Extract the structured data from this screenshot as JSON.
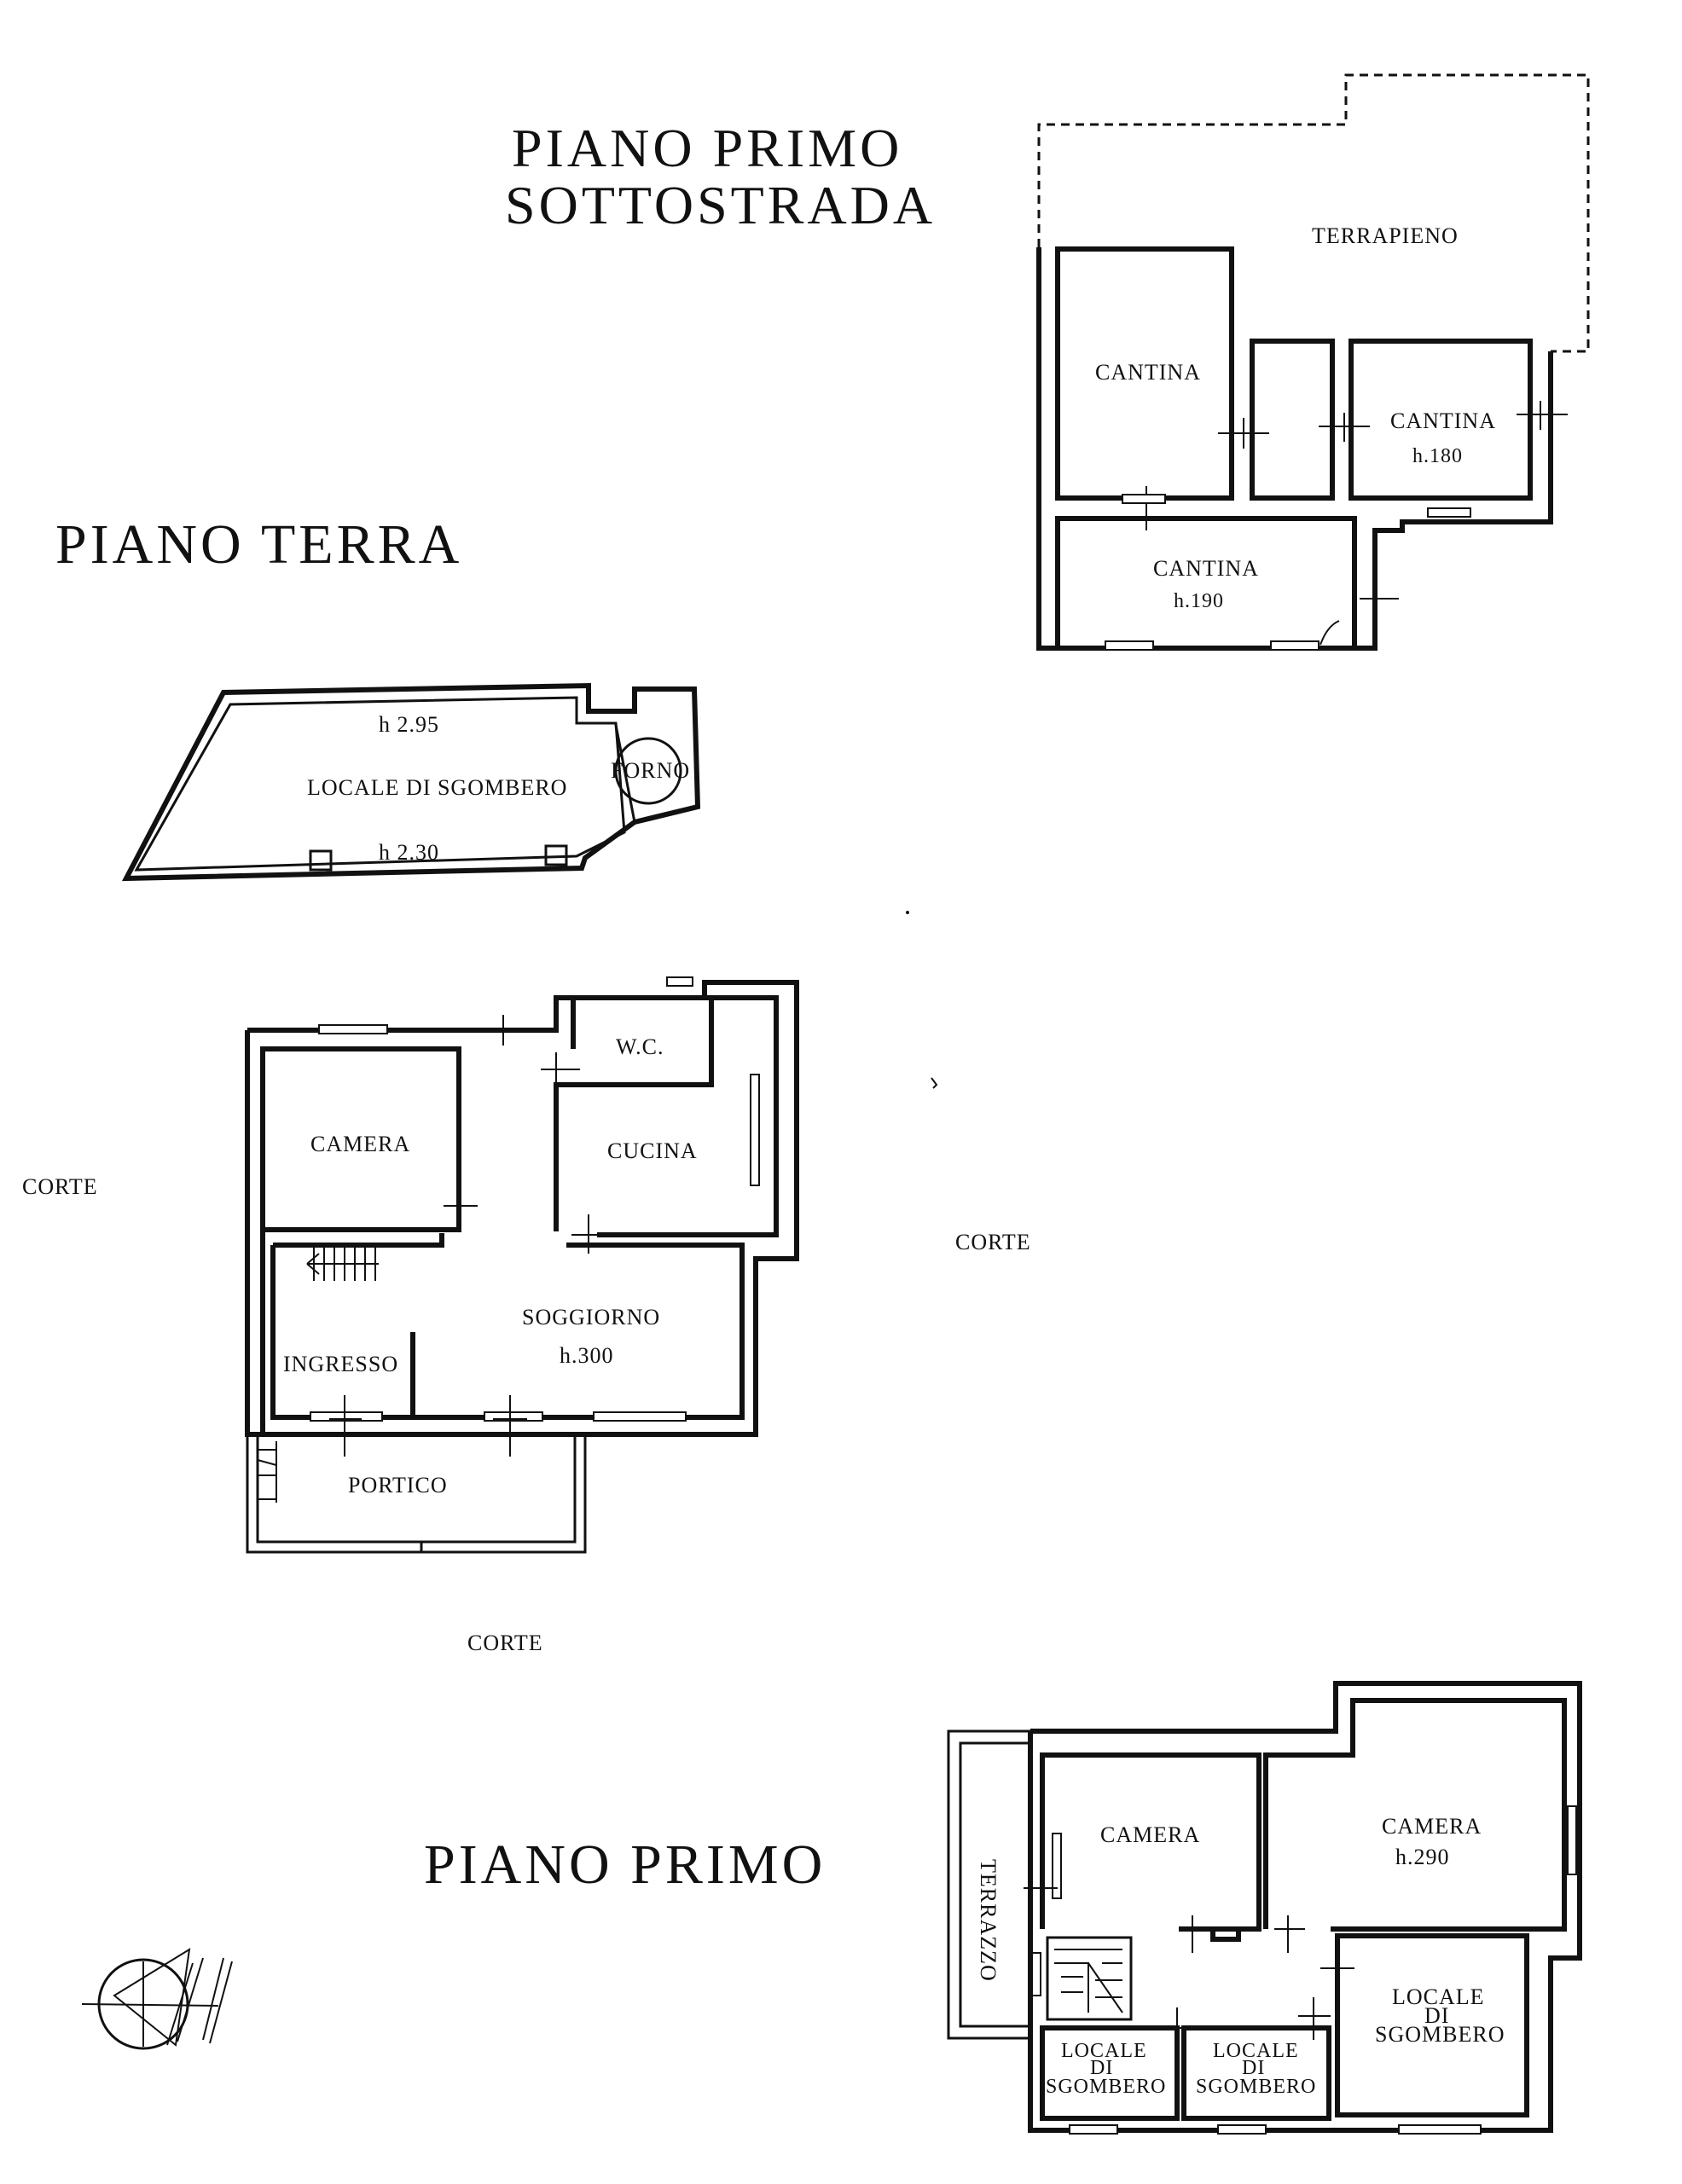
{
  "titles": {
    "sottostrada_line1": "PIANO PRIMO",
    "sottostrada_line2": "SOTTOSTRADA",
    "terra": "PIANO TERRA",
    "primo": "PIANO PRIMO"
  },
  "sottostrada": {
    "terrapieno": "TERRAPIENO",
    "cantina_a": "CANTINA",
    "cantina_b": "CANTINA",
    "cantina_b_h": "h.180",
    "cantina_c": "CANTINA",
    "cantina_c_h": "h.190"
  },
  "sgombero": {
    "h_top": "h 2.95",
    "label": "LOCALE DI SGOMBERO",
    "h_bottom": "h 2.30",
    "forno": "FORNO"
  },
  "terra": {
    "camera": "CAMERA",
    "wc": "W.C.",
    "cucina": "CUCINA",
    "soggiorno": "SOGGIORNO",
    "soggiorno_h": "h.300",
    "ingresso": "INGRESSO",
    "portico": "PORTICO",
    "corte_left": "CORTE",
    "corte_right": "CORTE",
    "corte_bottom": "CORTE"
  },
  "primo": {
    "terrazzo": "TERRAZZO",
    "camera_a": "CAMERA",
    "camera_b": "CAMERA",
    "camera_b_h": "h.290",
    "sgombero_r_1": "LOCALE",
    "sgombero_r_2": "DI",
    "sgombero_r_3": "SGOMBERO",
    "sgombero_l_1": "LOCALE",
    "sgombero_l_2": "DI",
    "sgombero_l_3": "SGOMBERO",
    "sgombero_m_1": "LOCALE",
    "sgombero_m_2": "DI",
    "sgombero_m_3": "SGOMBERO"
  },
  "north_arrow": "compass-rose-icon"
}
